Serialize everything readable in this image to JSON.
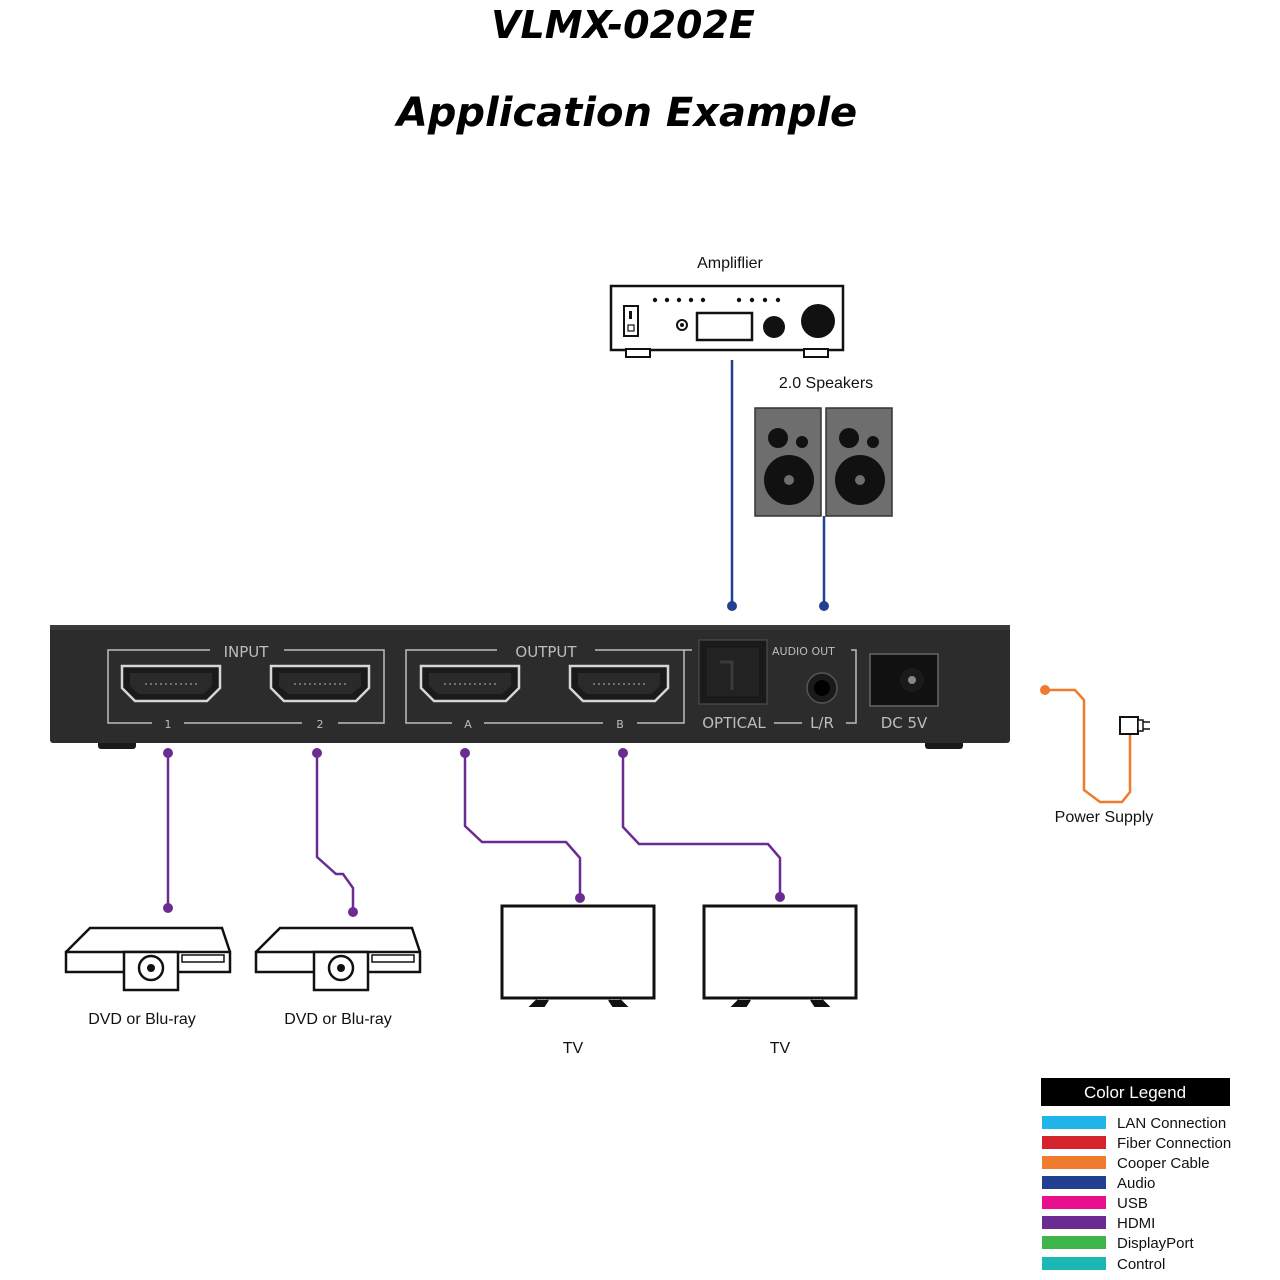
{
  "title": "VLMX-0202E",
  "subtitle": "Application Example",
  "devices": {
    "amplifier": "Ampliflier",
    "speakers": "2.0 Speakers",
    "power_supply": "Power Supply",
    "dvd1": "DVD or Blu-ray",
    "dvd2": "DVD or Blu-ray",
    "tv1": "TV",
    "tv2": "TV"
  },
  "panel": {
    "input_label": "INPUT",
    "output_label": "OUTPUT",
    "audio_out_label": "AUDIO OUT",
    "input_ports": [
      "1",
      "2"
    ],
    "output_ports": [
      "A",
      "B"
    ],
    "optical_label": "OPTICAL",
    "lr_label": "L/R",
    "dc_label": "DC 5V"
  },
  "colors": {
    "hdmi": "#6a2c91",
    "audio": "#233f8f",
    "copper": "#ef7c2e",
    "panel": "#2c2c2c"
  },
  "legend": {
    "title": "Color Legend",
    "items": [
      {
        "label": "LAN Connection",
        "color": "#1fb5ea"
      },
      {
        "label": "Fiber Connection",
        "color": "#d4232a"
      },
      {
        "label": "Cooper Cable",
        "color": "#ef7c2e"
      },
      {
        "label": "Audio",
        "color": "#233f8f"
      },
      {
        "label": "USB",
        "color": "#ea0f8c"
      },
      {
        "label": "HDMI",
        "color": "#6a2c91"
      },
      {
        "label": "DisplayPort",
        "color": "#3db54a"
      },
      {
        "label": "Control",
        "color": "#1bb7b5"
      }
    ]
  }
}
